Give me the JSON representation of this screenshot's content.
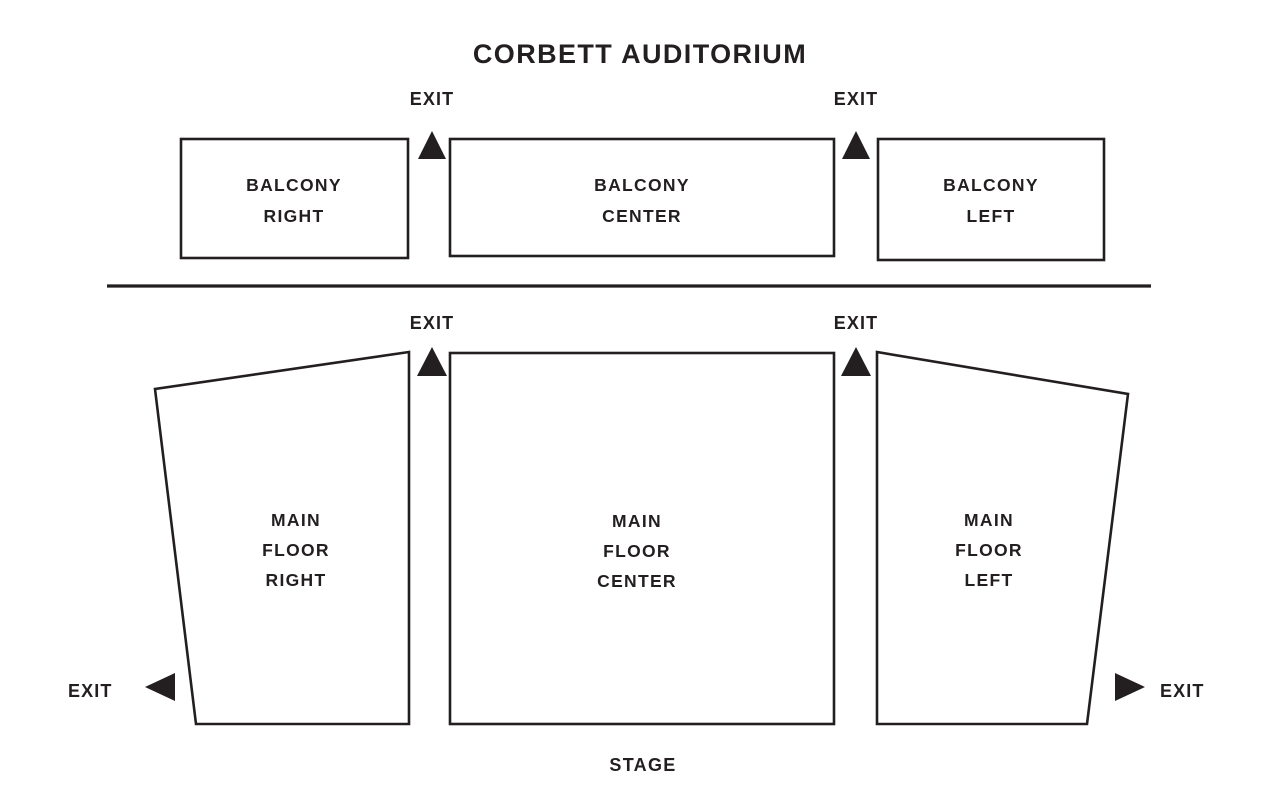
{
  "venue": {
    "title": "CORBETT AUDITORIUM",
    "stage_label": "STAGE",
    "ink_color": "#231f20",
    "background_color": "#ffffff"
  },
  "chart_data": {
    "type": "diagram",
    "title": "CORBETT AUDITORIUM",
    "subtype": "venue-seating-map",
    "levels": [
      {
        "name": "balcony",
        "sections": [
          {
            "id": "balcony-right",
            "line1": "BALCONY",
            "line2": "RIGHT",
            "shape": "rectangle"
          },
          {
            "id": "balcony-center",
            "line1": "BALCONY",
            "line2": "CENTER",
            "shape": "rectangle"
          },
          {
            "id": "balcony-left",
            "line1": "BALCONY",
            "line2": "LEFT",
            "shape": "rectangle"
          }
        ]
      },
      {
        "name": "main-floor",
        "sections": [
          {
            "id": "main-floor-right",
            "line1": "MAIN",
            "line2": "FLOOR",
            "line3": "RIGHT",
            "shape": "quadrilateral"
          },
          {
            "id": "main-floor-center",
            "line1": "MAIN",
            "line2": "FLOOR",
            "line3": "CENTER",
            "shape": "rectangle"
          },
          {
            "id": "main-floor-left",
            "line1": "MAIN",
            "line2": "FLOOR",
            "line3": "LEFT",
            "shape": "quadrilateral"
          }
        ]
      }
    ],
    "exits": [
      {
        "id": "exit-balcony-inner-right",
        "label": "EXIT",
        "direction": "up"
      },
      {
        "id": "exit-balcony-inner-left",
        "label": "EXIT",
        "direction": "up"
      },
      {
        "id": "exit-main-inner-right",
        "label": "EXIT",
        "direction": "up"
      },
      {
        "id": "exit-main-inner-left",
        "label": "EXIT",
        "direction": "up"
      },
      {
        "id": "exit-main-outer-right",
        "label": "EXIT",
        "direction": "left"
      },
      {
        "id": "exit-main-outer-left",
        "label": "EXIT",
        "direction": "right"
      }
    ]
  },
  "balcony": {
    "right": {
      "line1": "BALCONY",
      "line2": "RIGHT"
    },
    "center": {
      "line1": "BALCONY",
      "line2": "CENTER"
    },
    "left": {
      "line1": "BALCONY",
      "line2": "LEFT"
    }
  },
  "main_floor": {
    "right": {
      "line1": "MAIN",
      "line2": "FLOOR",
      "line3": "RIGHT"
    },
    "center": {
      "line1": "MAIN",
      "line2": "FLOOR",
      "line3": "CENTER"
    },
    "left": {
      "line1": "MAIN",
      "line2": "FLOOR",
      "line3": "LEFT"
    }
  },
  "exits": {
    "balcony_inner_right": "EXIT",
    "balcony_inner_left": "EXIT",
    "main_inner_right": "EXIT",
    "main_inner_left": "EXIT",
    "main_outer_right": "EXIT",
    "main_outer_left": "EXIT"
  }
}
